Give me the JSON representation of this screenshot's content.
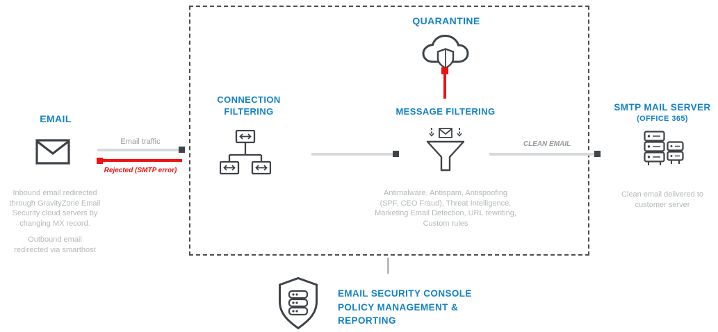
{
  "colors": {
    "accent_blue": "#1482c8",
    "light_gray_text": "#b4b8bb",
    "mid_gray_text": "#979c9f",
    "alert_red": "#ee1111",
    "icon_dark": "#3d4247",
    "flow_arrow_gray": "#d6d9db",
    "dashed_border": "#4c4c4c"
  },
  "email": {
    "title": "EMAIL",
    "desc_inbound": "Inbound email redirected\nthrough GravityZone Email\nSecurity cloud servers by\nchanging MX record.",
    "desc_outbound": "Outbound email\nredirected via smarthost"
  },
  "flows": {
    "email_traffic": "Email traffic",
    "rejected": "Rejected (SMTP error)",
    "clean_email": "CLEAN EMAIL"
  },
  "filter_box": {
    "connection_filtering": "CONNECTION\nFILTERING",
    "quarantine": "QUARANTINE",
    "message_filtering": "MESSAGE FILTERING",
    "details": "Antimalware, Antispam, Antispoofing\n(SPF, CEO Fraud), Threat Intelligence,\nMarketing Email Detection, URL rewriting,\nCustom rules"
  },
  "smtp": {
    "title": "SMTP MAIL SERVER",
    "subtitle": "(OFFICE 365)",
    "desc": "Clean email delivered to\ncustomer server"
  },
  "console": {
    "title": "EMAIL SECURITY CONSOLE\nPOLICY MANAGEMENT &\nREPORTING"
  }
}
